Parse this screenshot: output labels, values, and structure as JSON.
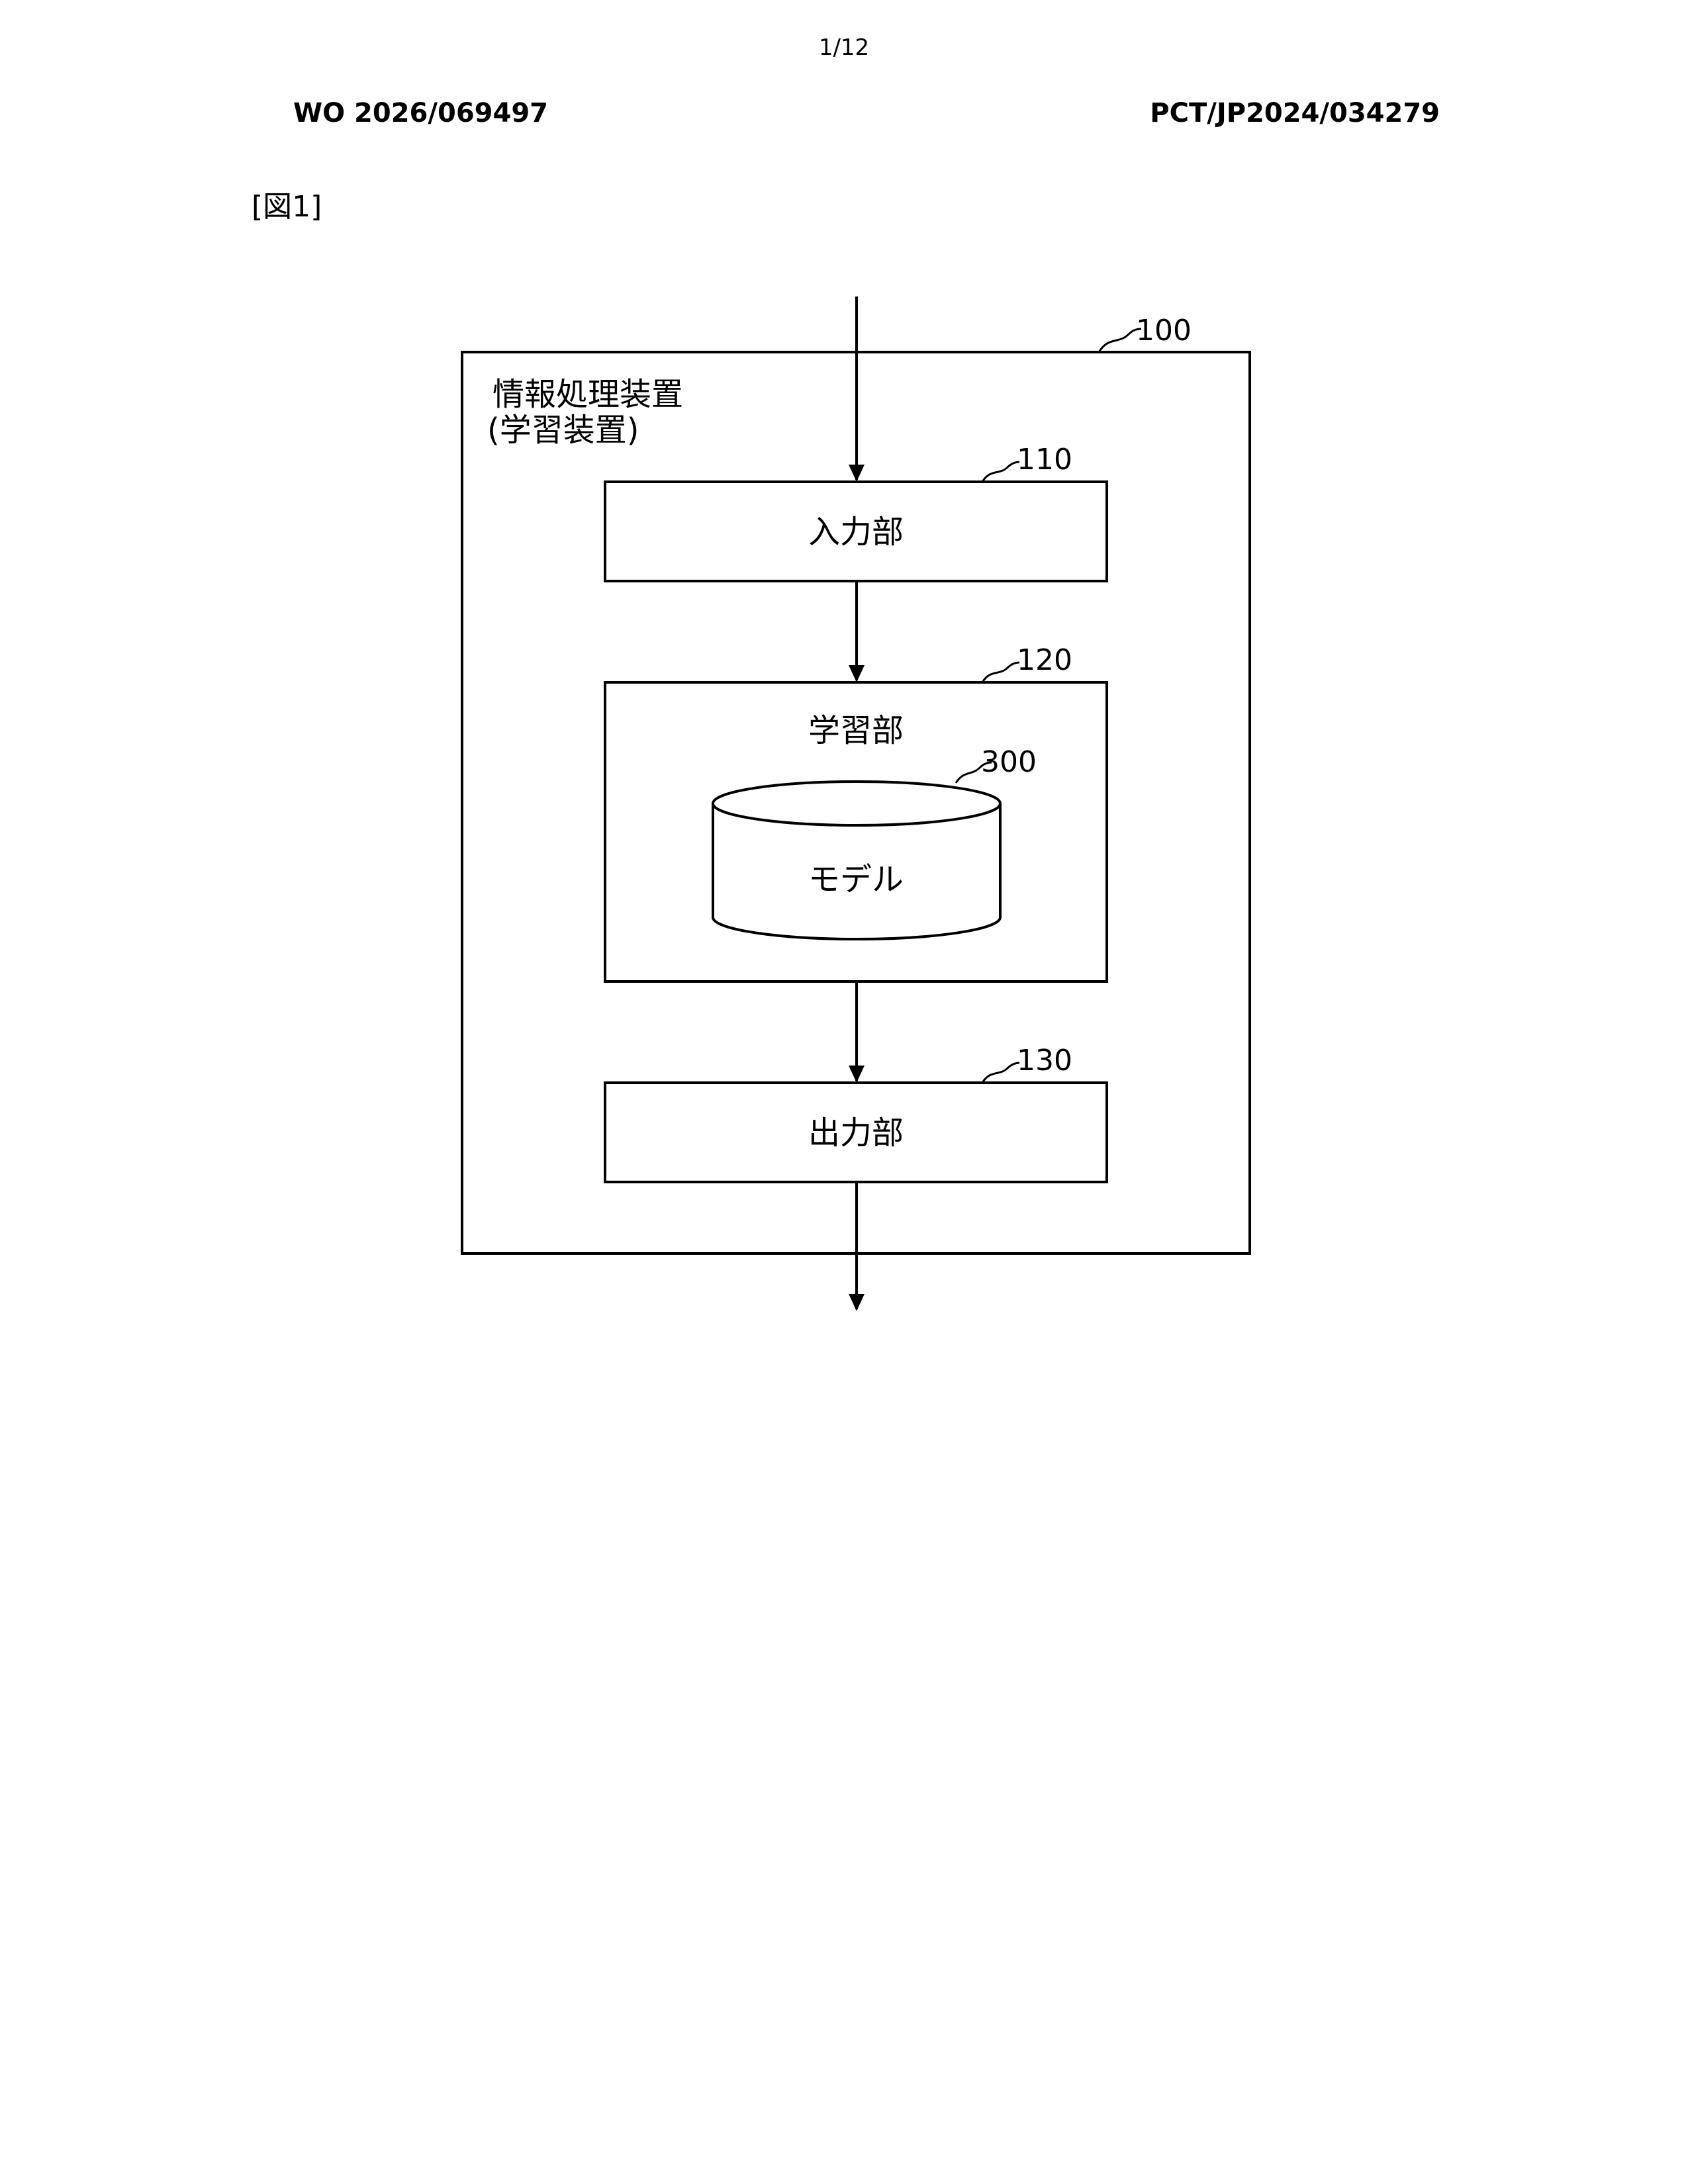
{
  "header": {
    "page_number": "1/12",
    "publication_number": "WO 2026/069497",
    "application_number": "PCT/JP2024/034279"
  },
  "figure": {
    "label": "[図1]",
    "device": {
      "ref": "100",
      "title_line1": "情報処理装置",
      "title_line2": "(学習装置)"
    },
    "input_unit": {
      "ref": "110",
      "label": "入力部"
    },
    "learning_unit": {
      "ref": "120",
      "label": "学習部"
    },
    "model": {
      "ref": "300",
      "label": "モデル"
    },
    "output_unit": {
      "ref": "130",
      "label": "出力部"
    }
  }
}
